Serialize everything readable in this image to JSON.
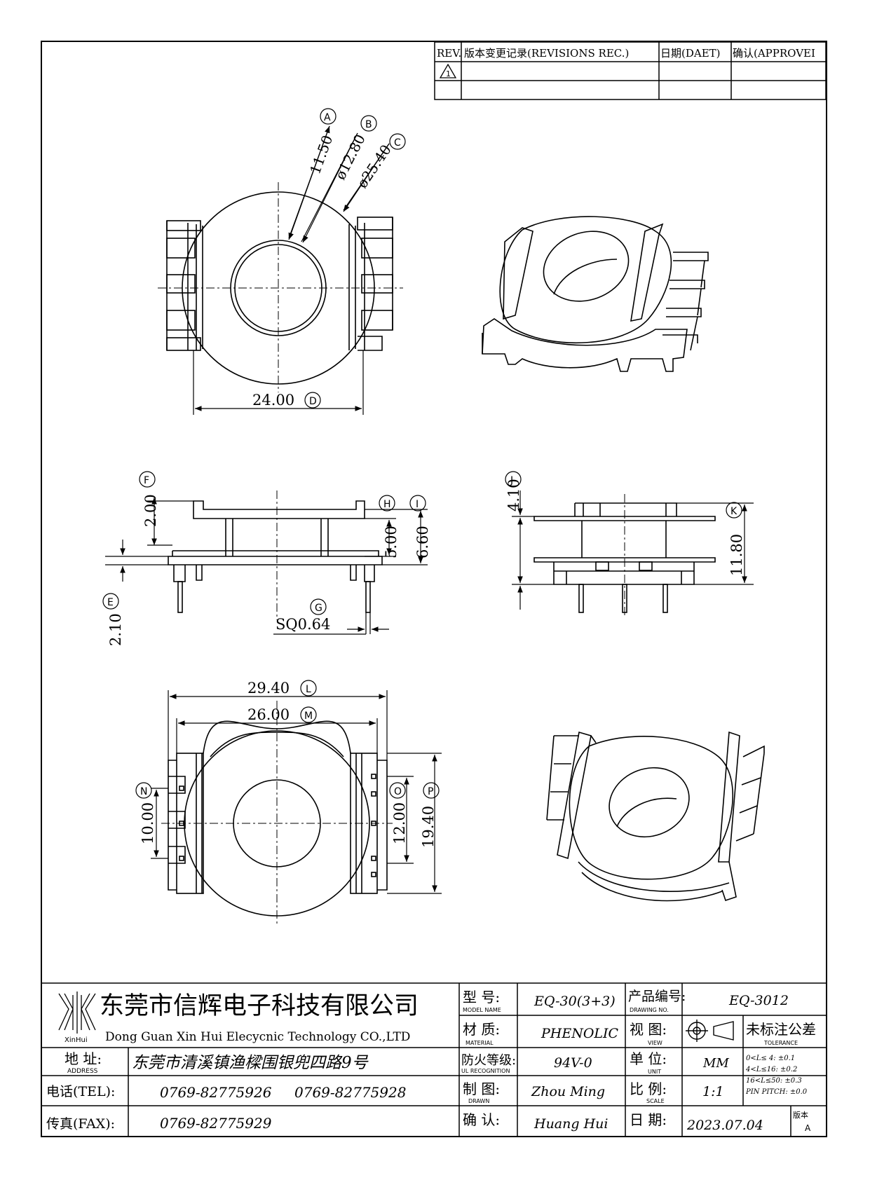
{
  "revisions": {
    "headers": [
      "REV.",
      "版本变更记录(REVISIONS REC.)",
      "日期(DAET)",
      "确认(APPROVEI"
    ],
    "rev_mark": "1"
  },
  "top_view": {
    "dim_a": "11.50",
    "label_a": "A",
    "dim_b": "ø12.80",
    "label_b": "B",
    "dim_c": "ø25.40",
    "label_c": "C",
    "dim_d": "24.00",
    "label_d": "D"
  },
  "side_view": {
    "dim_f": "2.00",
    "label_f": "F",
    "dim_h": "5.00",
    "label_h": "H",
    "dim_i": "6.60",
    "label_i": "I",
    "dim_e": "2.10",
    "label_e": "E",
    "dim_g": "SQ0.64",
    "label_g": "G"
  },
  "front_view": {
    "dim_j": "4.10",
    "label_j": "J",
    "dim_k": "11.80",
    "label_k": "K"
  },
  "bottom_view": {
    "dim_l": "29.40",
    "label_l": "L",
    "dim_m": "26.00",
    "label_m": "M",
    "dim_n": "10.00",
    "label_n": "N",
    "dim_o": "12.00",
    "label_o": "O",
    "dim_p": "19.40",
    "label_p": "P"
  },
  "title_block": {
    "company_cn": "东莞市信辉电子科技有限公司",
    "company_en": "Dong Guan Xin Hui Elecycnic Technology CO.,LTD",
    "logo_text": "XinHui",
    "address_label": "地  址:",
    "address_label_en": "ADDRESS",
    "address": "东莞市清溪镇渔樑围银兜四路9号",
    "tel_label": "电话(TEL):",
    "tel_1": "0769-82775926",
    "tel_2": "0769-82775928",
    "fax_label": "传真(FAX):",
    "fax": "0769-82775929",
    "model_label": "型  号:",
    "model_label_en": "MODEL NAME",
    "model": "EQ-30(3+3)",
    "material_label": "材  质:",
    "material_label_en": "MATERIAL",
    "material": "PHENOLIC",
    "ul_label": "防火等级:",
    "ul_label_en": "UL RECOGNITION",
    "ul": "94V-0",
    "drawn_label": "制  图:",
    "drawn_label_en": "DRAWN",
    "drawn": "Zhou Ming",
    "confirm_label": "确  认:",
    "confirm": "Huang Hui",
    "drawing_no_label": "产品编号:",
    "drawing_no_label_en": "DRAWING NO.",
    "drawing_no": "EQ-3012",
    "view_label": "视  图:",
    "view_label_en": "VIEW",
    "unit_label": "单  位:",
    "unit_label_en": "UNIT",
    "unit": "MM",
    "scale_label": "比  例:",
    "scale_label_en": "SCALE",
    "scale": "1:1",
    "date_label": "日  期:",
    "date": "2023.07.04",
    "version_label": "版本",
    "version": "A",
    "tolerance_title": "未标注公差",
    "tolerance_en": "TOLERANCE",
    "tol_1": "0<L≤ 4:  ±0.1",
    "tol_2": "4<L≤16:  ±0.2",
    "tol_3": "16<L≤50:  ±0.3",
    "tol_4": "PIN PITCH:  ±0.0"
  }
}
